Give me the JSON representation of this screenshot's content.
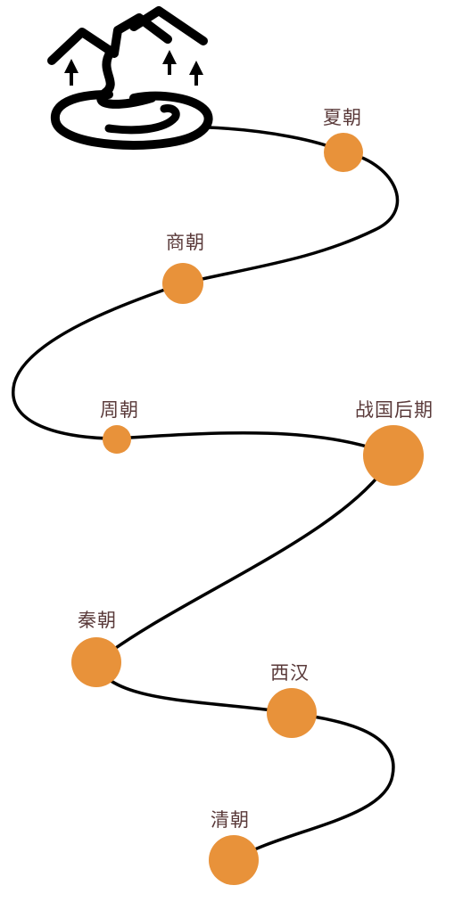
{
  "colors": {
    "path": "#000000",
    "node": "#e8923a",
    "label": "#5a3a3a",
    "background": "#ffffff"
  },
  "logo": {
    "icon": "mountain-river-icon"
  },
  "timeline": {
    "items": [
      {
        "label": "夏朝",
        "size": "medium"
      },
      {
        "label": "商朝",
        "size": "medium"
      },
      {
        "label": "周朝",
        "size": "small"
      },
      {
        "label": "战国后期",
        "size": "large"
      },
      {
        "label": "秦朝",
        "size": "medium"
      },
      {
        "label": "西汉",
        "size": "medium"
      },
      {
        "label": "清朝",
        "size": "medium"
      }
    ]
  }
}
